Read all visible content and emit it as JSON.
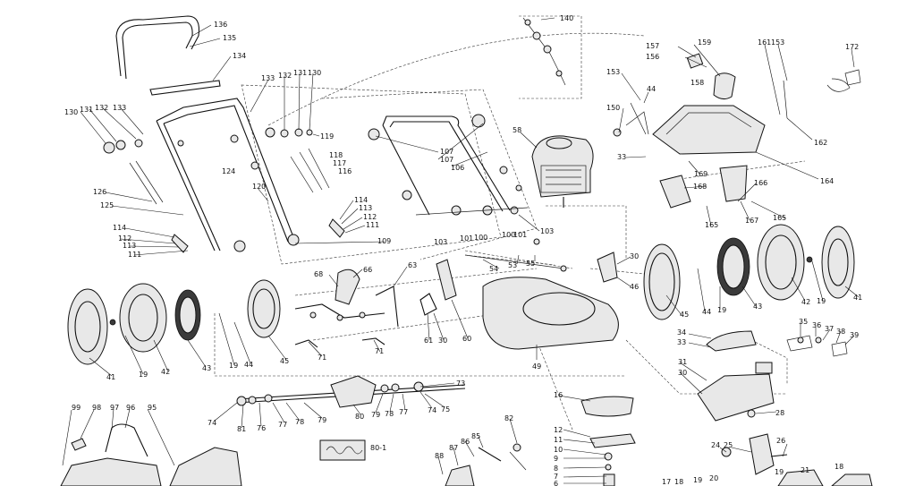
{
  "parts": [
    {
      "id": "p140",
      "label": "140"
    },
    {
      "id": "p136",
      "label": "136"
    },
    {
      "id": "p135",
      "label": "135"
    },
    {
      "id": "p134",
      "label": "134"
    },
    {
      "id": "p133a",
      "label": "133"
    },
    {
      "id": "p132a",
      "label": "132"
    },
    {
      "id": "p131a",
      "label": "131"
    },
    {
      "id": "p130a",
      "label": "130"
    },
    {
      "id": "p119a",
      "label": "119"
    },
    {
      "id": "p130b",
      "label": "130"
    },
    {
      "id": "p131b",
      "label": "131"
    },
    {
      "id": "p132b",
      "label": "132"
    },
    {
      "id": "p133b",
      "label": "133"
    },
    {
      "id": "p118",
      "label": "118"
    },
    {
      "id": "p117",
      "label": "117"
    },
    {
      "id": "p116",
      "label": "116"
    },
    {
      "id": "p124",
      "label": "124"
    },
    {
      "id": "p120",
      "label": "120"
    },
    {
      "id": "p126",
      "label": "126"
    },
    {
      "id": "p125",
      "label": "125"
    },
    {
      "id": "p114a",
      "label": "114"
    },
    {
      "id": "p112a",
      "label": "112"
    },
    {
      "id": "p113a",
      "label": "113"
    },
    {
      "id": "p111a",
      "label": "111"
    },
    {
      "id": "p114b",
      "label": "114"
    },
    {
      "id": "p113b",
      "label": "113"
    },
    {
      "id": "p112b",
      "label": "112"
    },
    {
      "id": "p111b",
      "label": "111"
    },
    {
      "id": "p109",
      "label": "109"
    },
    {
      "id": "p107a",
      "label": "107"
    },
    {
      "id": "p107b",
      "label": "107"
    },
    {
      "id": "p106",
      "label": "106"
    },
    {
      "id": "p58",
      "label": "58"
    },
    {
      "id": "p103a",
      "label": "103"
    },
    {
      "id": "p101a",
      "label": "101"
    },
    {
      "id": "p100a",
      "label": "100"
    },
    {
      "id": "p100b",
      "label": "100"
    },
    {
      "id": "p101b",
      "label": "101"
    },
    {
      "id": "p103b",
      "label": "103"
    },
    {
      "id": "p157",
      "label": "157"
    },
    {
      "id": "p159",
      "label": "159"
    },
    {
      "id": "p156",
      "label": "156"
    },
    {
      "id": "p161",
      "label": "161"
    },
    {
      "id": "p153a",
      "label": "153"
    },
    {
      "id": "p172",
      "label": "172"
    },
    {
      "id": "p158",
      "label": "158"
    },
    {
      "id": "p153b",
      "label": "153"
    },
    {
      "id": "p44a",
      "label": "44"
    },
    {
      "id": "p150",
      "label": "150"
    },
    {
      "id": "p162",
      "label": "162"
    },
    {
      "id": "p33a",
      "label": "33"
    },
    {
      "id": "p169",
      "label": "169"
    },
    {
      "id": "p164",
      "label": "164"
    },
    {
      "id": "p168",
      "label": "168"
    },
    {
      "id": "p166",
      "label": "166"
    },
    {
      "id": "p167",
      "label": "167"
    },
    {
      "id": "p165a",
      "label": "165"
    },
    {
      "id": "p165b",
      "label": "165"
    },
    {
      "id": "p54",
      "label": "54"
    },
    {
      "id": "p53",
      "label": "53"
    },
    {
      "id": "p55",
      "label": "55"
    },
    {
      "id": "p68",
      "label": "68"
    },
    {
      "id": "p66",
      "label": "66"
    },
    {
      "id": "p63",
      "label": "63"
    },
    {
      "id": "p30a",
      "label": "30"
    },
    {
      "id": "p46",
      "label": "46"
    },
    {
      "id": "p45a",
      "label": "45"
    },
    {
      "id": "p44b",
      "label": "44"
    },
    {
      "id": "p19a",
      "label": "19"
    },
    {
      "id": "p43a",
      "label": "43"
    },
    {
      "id": "p42a",
      "label": "42"
    },
    {
      "id": "p19b",
      "label": "19"
    },
    {
      "id": "p41a",
      "label": "41"
    },
    {
      "id": "p35",
      "label": "35"
    },
    {
      "id": "p36",
      "label": "36"
    },
    {
      "id": "p37",
      "label": "37"
    },
    {
      "id": "p38",
      "label": "38"
    },
    {
      "id": "p39",
      "label": "39"
    },
    {
      "id": "p34",
      "label": "34"
    },
    {
      "id": "p33b",
      "label": "33"
    },
    {
      "id": "p41b",
      "label": "41"
    },
    {
      "id": "p19c",
      "label": "19"
    },
    {
      "id": "p42b",
      "label": "42"
    },
    {
      "id": "p43b",
      "label": "43"
    },
    {
      "id": "p19d",
      "label": "19"
    },
    {
      "id": "p44c",
      "label": "44"
    },
    {
      "id": "p45b",
      "label": "45"
    },
    {
      "id": "p71a",
      "label": "71"
    },
    {
      "id": "p71b",
      "label": "71"
    },
    {
      "id": "p61",
      "label": "61"
    },
    {
      "id": "p30b",
      "label": "30"
    },
    {
      "id": "p60",
      "label": "60"
    },
    {
      "id": "p49",
      "label": "49"
    },
    {
      "id": "p31",
      "label": "31"
    },
    {
      "id": "p30c",
      "label": "30"
    },
    {
      "id": "p73",
      "label": "73"
    },
    {
      "id": "p16",
      "label": "16"
    },
    {
      "id": "p74a",
      "label": "74"
    },
    {
      "id": "p81",
      "label": "81"
    },
    {
      "id": "p76",
      "label": "76"
    },
    {
      "id": "p77a",
      "label": "77"
    },
    {
      "id": "p78a",
      "label": "78"
    },
    {
      "id": "p79a",
      "label": "79"
    },
    {
      "id": "p80",
      "label": "80"
    },
    {
      "id": "p79b",
      "label": "79"
    },
    {
      "id": "p78b",
      "label": "78"
    },
    {
      "id": "p77b",
      "label": "77"
    },
    {
      "id": "p74b",
      "label": "74"
    },
    {
      "id": "p75",
      "label": "75"
    },
    {
      "id": "p28",
      "label": "28"
    },
    {
      "id": "p80_1",
      "label": "80-1"
    },
    {
      "id": "p99",
      "label": "99"
    },
    {
      "id": "p98",
      "label": "98"
    },
    {
      "id": "p97",
      "label": "97"
    },
    {
      "id": "p96",
      "label": "96"
    },
    {
      "id": "p95",
      "label": "95"
    },
    {
      "id": "p82",
      "label": "82"
    },
    {
      "id": "p85",
      "label": "85"
    },
    {
      "id": "p86",
      "label": "86"
    },
    {
      "id": "p87",
      "label": "87"
    },
    {
      "id": "p88",
      "label": "88"
    },
    {
      "id": "p12",
      "label": "12"
    },
    {
      "id": "p11",
      "label": "11"
    },
    {
      "id": "p10",
      "label": "10"
    },
    {
      "id": "p9",
      "label": "9"
    },
    {
      "id": "p8",
      "label": "8"
    },
    {
      "id": "p7",
      "label": "7"
    },
    {
      "id": "p6",
      "label": "6"
    },
    {
      "id": "p24",
      "label": "24"
    },
    {
      "id": "p25",
      "label": "25"
    },
    {
      "id": "p26",
      "label": "26"
    },
    {
      "id": "p17",
      "label": "17"
    },
    {
      "id": "p18a",
      "label": "18"
    },
    {
      "id": "p19e",
      "label": "19"
    },
    {
      "id": "p20",
      "label": "20"
    },
    {
      "id": "p19f",
      "label": "19"
    },
    {
      "id": "p21",
      "label": "21"
    },
    {
      "id": "p18b",
      "label": "18"
    }
  ]
}
